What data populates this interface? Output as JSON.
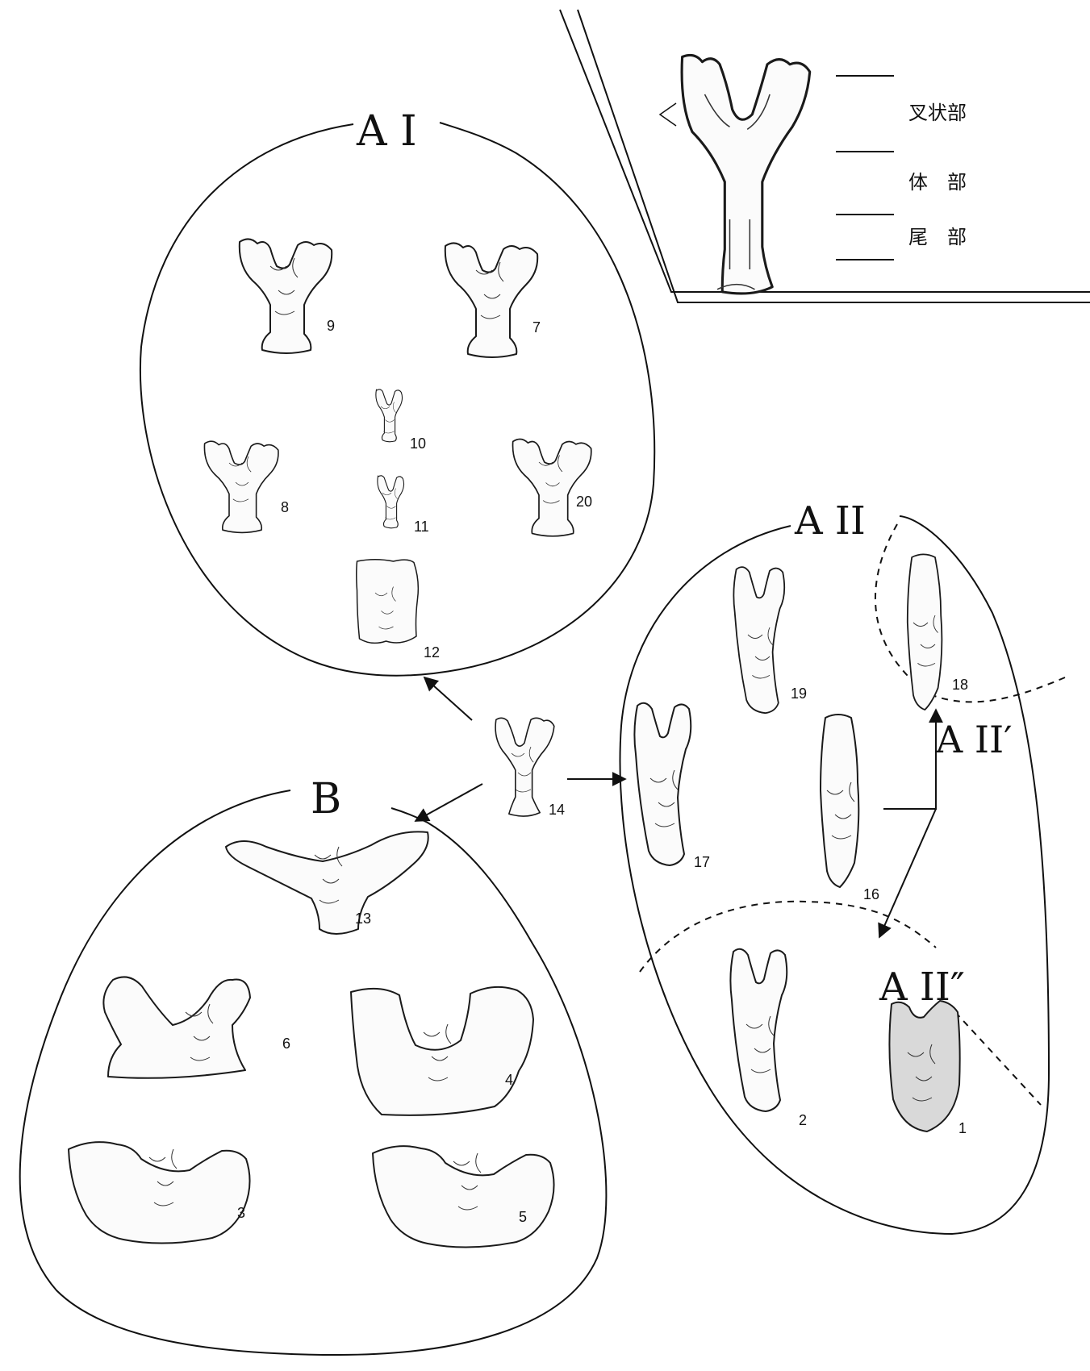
{
  "groups": {
    "a1": "A I",
    "a2": "A II",
    "a2_prime": "A II′",
    "a2_dprime": "A II″",
    "b": "B"
  },
  "legend": {
    "fork": "叉状部",
    "body": "体　部",
    "tail": "尾　部"
  },
  "artifacts": [
    {
      "id": "1",
      "label": "1",
      "shape": "tongue",
      "texture": "stipple"
    },
    {
      "id": "2",
      "label": "2",
      "shape": "long-fork"
    },
    {
      "id": "3",
      "label": "3",
      "shape": "wide-notch"
    },
    {
      "id": "4",
      "label": "4",
      "shape": "u-fork"
    },
    {
      "id": "5",
      "label": "5",
      "shape": "wide-notch"
    },
    {
      "id": "6",
      "label": "6",
      "shape": "wide-fork"
    },
    {
      "id": "7",
      "label": "7",
      "shape": "y-short"
    },
    {
      "id": "8",
      "label": "8",
      "shape": "y-short"
    },
    {
      "id": "9",
      "label": "9",
      "shape": "y-short"
    },
    {
      "id": "10",
      "label": "10",
      "shape": "y-small"
    },
    {
      "id": "11",
      "label": "11",
      "shape": "y-small"
    },
    {
      "id": "12",
      "label": "12",
      "shape": "block"
    },
    {
      "id": "13",
      "label": "13",
      "shape": "wing"
    },
    {
      "id": "14",
      "label": "14",
      "shape": "y-standard"
    },
    {
      "id": "16",
      "label": "16",
      "shape": "long-rod"
    },
    {
      "id": "17",
      "label": "17",
      "shape": "long-fork"
    },
    {
      "id": "18",
      "label": "18",
      "shape": "long-rod"
    },
    {
      "id": "19",
      "label": "19",
      "shape": "long-fork"
    },
    {
      "id": "20",
      "label": "20",
      "shape": "y-short"
    }
  ],
  "colors": {
    "line": "#111111",
    "background": "#ffffff"
  }
}
